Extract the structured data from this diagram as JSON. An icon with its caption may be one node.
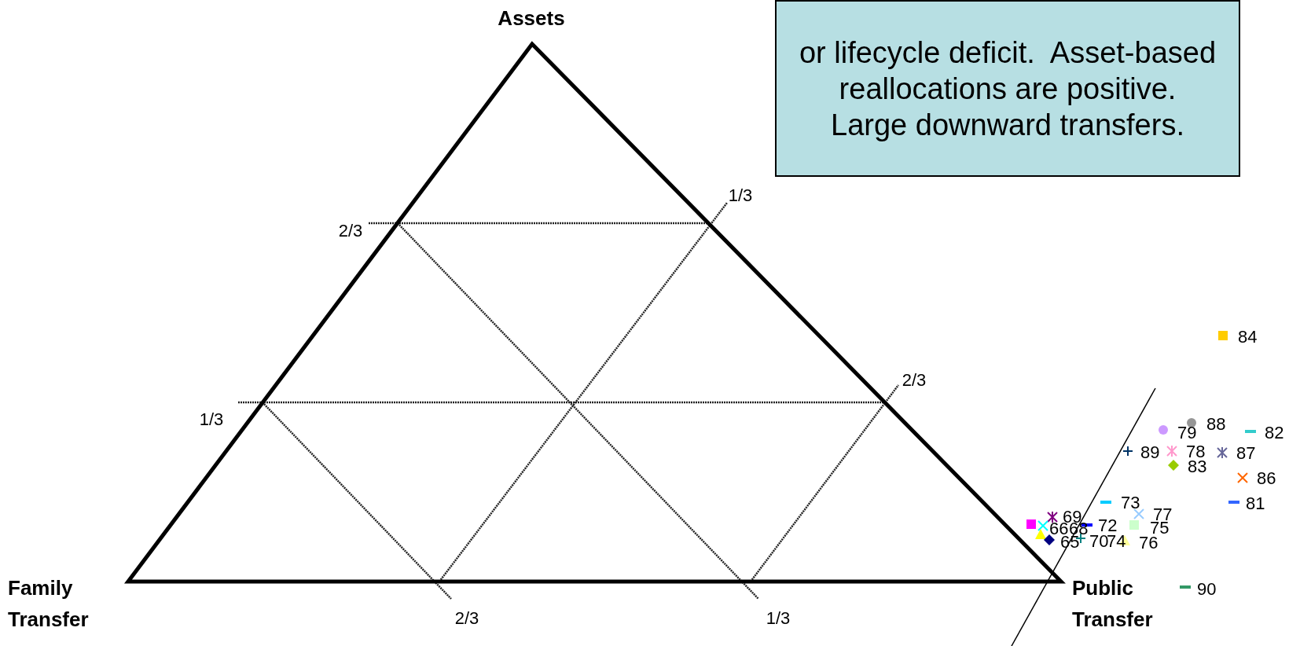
{
  "diagram": {
    "nodes": [
      {
        "text": [
          "or lifecycle deficit.  Asset-based reallocations are positive.  Large downward transfers."
        ]
      }
    ],
    "labels": [
      "Assets",
      "2/3",
      "1/3",
      "2/3",
      "1/3",
      "84",
      "88",
      "79",
      "82",
      "89",
      "78",
      "87",
      "83",
      "86",
      "73",
      "81",
      "69",
      "77",
      "66",
      "68",
      "72",
      "75",
      "65",
      "70",
      "74",
      "76",
      "Family Transfer",
      "2/3",
      "1/3",
      "Public Transfer",
      "90"
    ]
  }
}
